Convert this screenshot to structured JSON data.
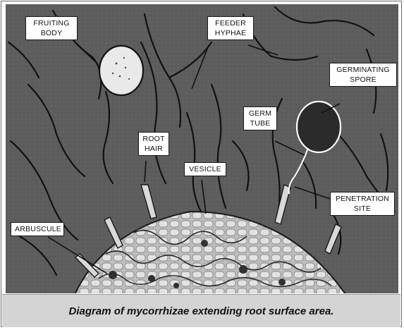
{
  "labels": {
    "fruiting_body": [
      "FRUITING",
      "BODY"
    ],
    "feeder_hyphae": [
      "FEEDER",
      "HYPHAE"
    ],
    "germinating_spore": [
      "GERMINATING",
      "SPORE"
    ],
    "germ_tube": [
      "GERM",
      "TUBE"
    ],
    "root_hair": [
      "ROOT",
      "HAIR"
    ],
    "vesicle": [
      "VESICLE"
    ],
    "penetration_site": [
      "PENETRATION",
      "SITE"
    ],
    "arbuscule": [
      "ARBUSCULE"
    ]
  },
  "caption": "Diagram of mycorrhizae extending root surface area.",
  "colors": {
    "soil": "#5d5d5d",
    "hyphae": "#111111",
    "root_cells": "#d9d9d9",
    "caption_bg": "#d4d4d4"
  }
}
